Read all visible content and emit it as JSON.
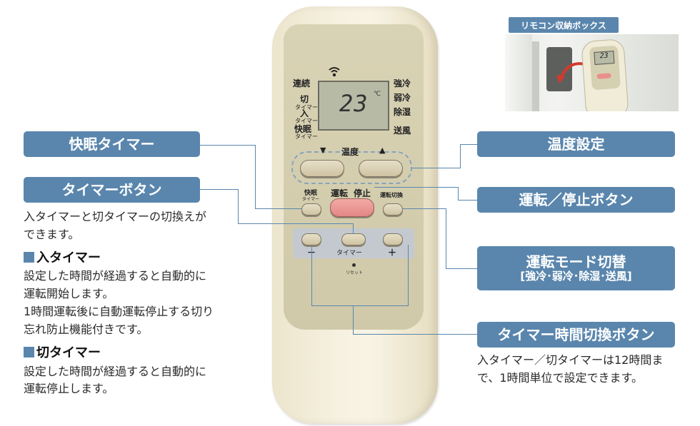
{
  "labels": {
    "kaimin_timer": "快眠タイマー",
    "timer_button": "タイマーボタン",
    "temp_setting": "温度設定",
    "run_stop_button": "運転／停止ボタン",
    "mode_switch": "運転モード切替",
    "mode_switch_sub": "[強冷･弱冷･除湿･送風]",
    "timer_hours_button": "タイマー時間切換ボタン"
  },
  "left_desc": {
    "intro": "入タイマーと切タイマーの切換えができます。",
    "on_timer_head": "入タイマー",
    "on_timer_body1": "設定した時間が経過すると自動的に運転開始します。",
    "on_timer_body2": "1時間運転後に自動運転停止する切り忘れ防止機能付きです。",
    "off_timer_head": "切タイマー",
    "off_timer_body": "設定した時間が経過すると自動的に運転停止します。"
  },
  "right_desc": {
    "timer_hours": "入タイマー／切タイマーは12時間まで、1時間単位で設定できます。"
  },
  "remote": {
    "lcd_temp": "23",
    "lcd_unit": "℃",
    "left_texts": [
      "連続",
      "切",
      "タイマー",
      "入",
      "タイマー",
      "快眠",
      "タイマー"
    ],
    "right_texts": [
      "強冷",
      "弱冷",
      "除湿",
      "送風"
    ],
    "temp_label": "温度",
    "temp_down": "▼",
    "temp_up": "▲",
    "kaimin_btn": "快眠",
    "kaimin_btn_sub": "タイマー",
    "run_label": "運転",
    "stop_label": "停止",
    "mode_btn": "運転切換",
    "timer_label": "タイマー",
    "minus": "－",
    "plus": "＋",
    "reset_label": "リセット",
    "signal_icon": "wifi-signal-icon"
  },
  "inset": {
    "title": "リモコン収納ボックス",
    "lcd_temp": "23"
  },
  "colors": {
    "accent": "#5a86ad",
    "remote_body": "#f6f1e0",
    "stop_button": "#e9908c"
  }
}
